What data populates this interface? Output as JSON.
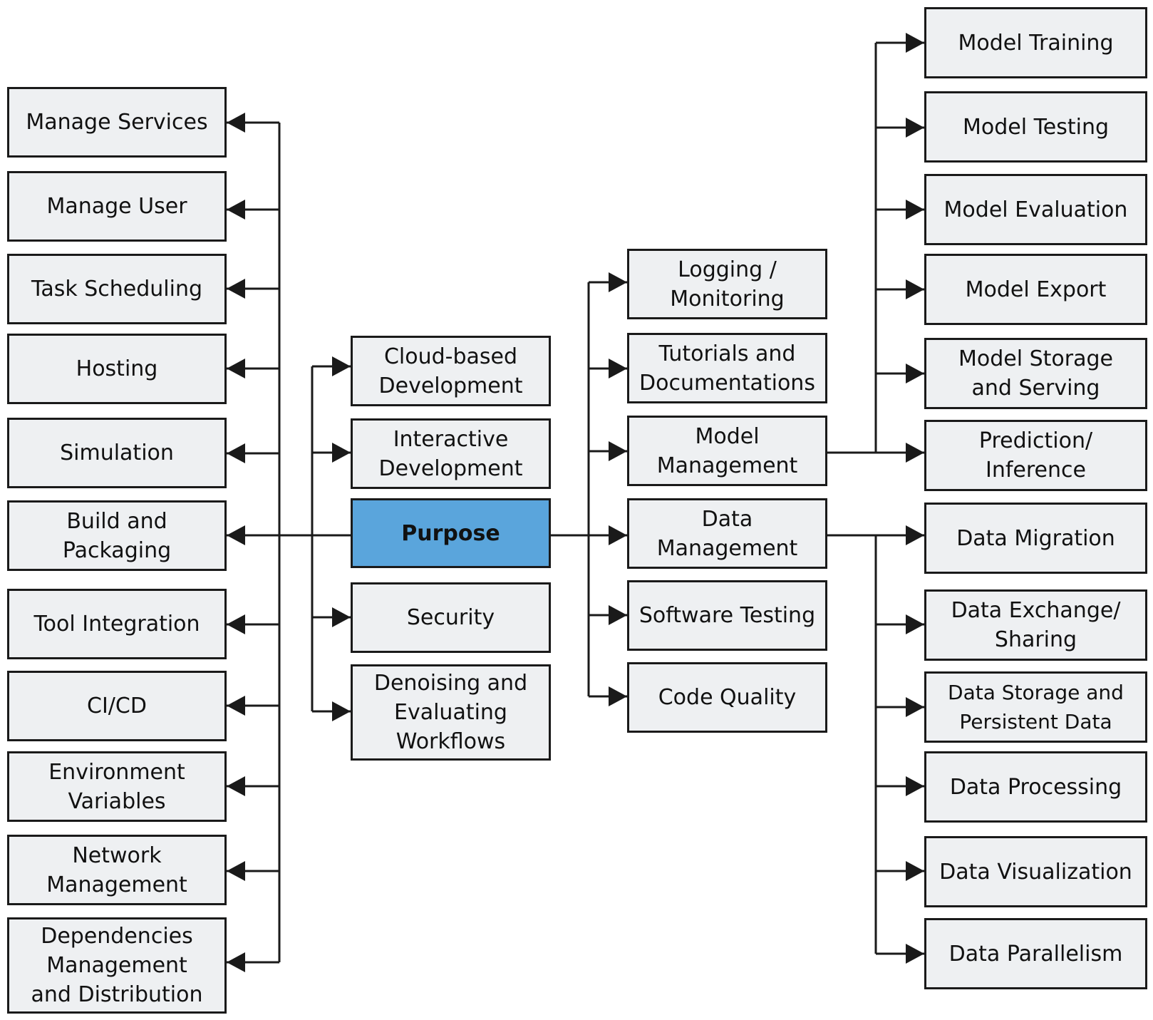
{
  "center": {
    "label": "Purpose",
    "color": "#5aa5dc"
  },
  "left_column": [
    "Manage Services",
    "Manage User",
    "Task Scheduling",
    "Hosting",
    "Simulation",
    "Build and\nPackaging",
    "Tool Integration",
    "CI/CD",
    "Environment\nVariables",
    "Network\nManagement",
    "Dependencies\nManagement\nand Distribution"
  ],
  "inner_left_column": [
    "Cloud-based\nDevelopment",
    "Interactive\nDevelopment",
    "Security",
    "Denoising and\nEvaluating\nWorkflows"
  ],
  "middle_right_column": [
    "Logging /\nMonitoring",
    "Tutorials and\nDocumentations",
    "Model\nManagement",
    "Data\nManagement",
    "Software Testing",
    "Code Quality"
  ],
  "model_management_children": [
    "Model Training",
    "Model Testing",
    "Model Evaluation",
    "Model Export",
    "Model Storage\nand Serving",
    "Prediction/\nInference"
  ],
  "data_management_children": [
    "Data Migration",
    "Data Exchange/\nSharing",
    "Data Storage and\nPersistent Data",
    "Data Processing",
    "Data Visualization",
    "Data Parallelism"
  ]
}
